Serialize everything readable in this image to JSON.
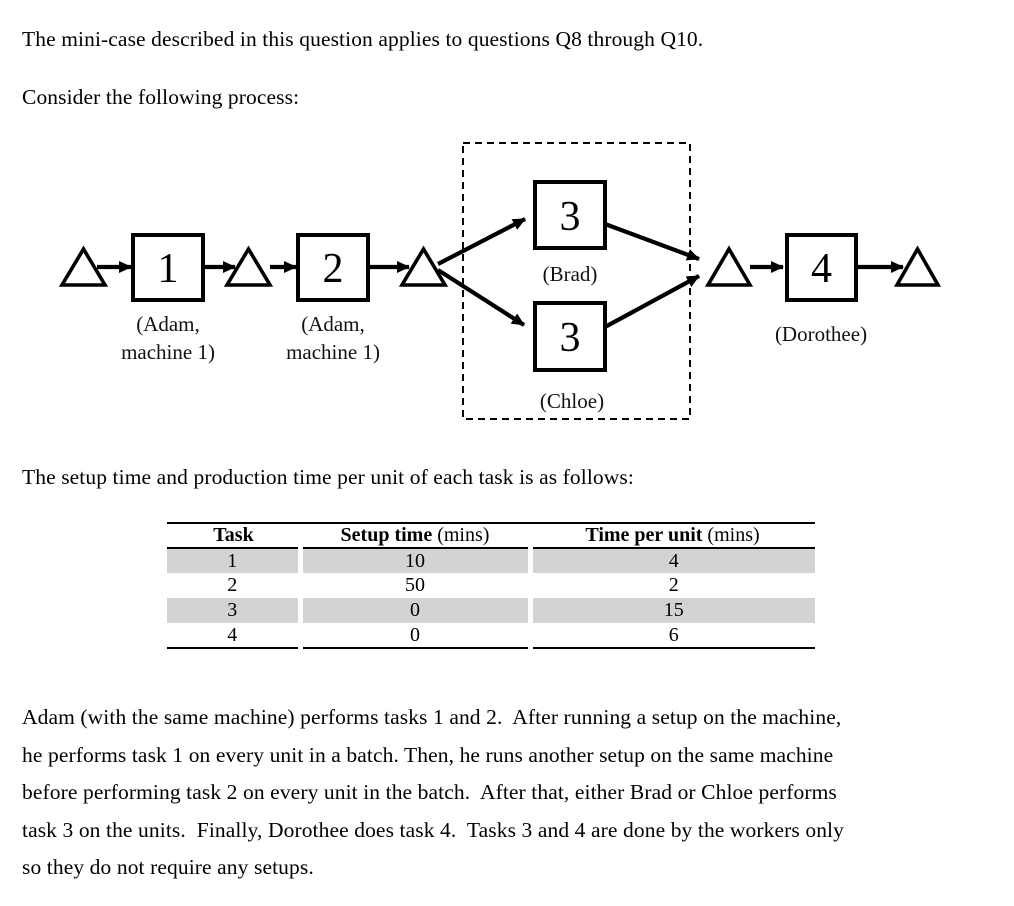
{
  "intro": {
    "line1": "The mini-case described in this question applies to questions Q8 through Q10.",
    "line2": "Consider the following process:"
  },
  "diagram": {
    "task1": {
      "number": "1",
      "label_line1": "(Adam,",
      "label_line2": "machine 1)"
    },
    "task2": {
      "number": "2",
      "label_line1": "(Adam,",
      "label_line2": "machine 1)"
    },
    "task3a": {
      "number": "3",
      "label": "(Brad)"
    },
    "task3b": {
      "number": "3",
      "label": "(Chloe)"
    },
    "task4": {
      "number": "4",
      "label": "(Dorothee)"
    }
  },
  "table_intro": "The setup time and production time per unit of each task is as follows:",
  "table": {
    "headers": [
      {
        "bold": "Task",
        "unit": ""
      },
      {
        "bold": "Setup time",
        "unit": " (mins)"
      },
      {
        "bold": "Time per unit",
        "unit": " (mins)"
      }
    ],
    "rows": [
      [
        "1",
        "10",
        "4"
      ],
      [
        "2",
        "50",
        "2"
      ],
      [
        "3",
        "0",
        "15"
      ],
      [
        "4",
        "0",
        "6"
      ]
    ]
  },
  "paragraph": {
    "lines": [
      "Adam (with the same machine) performs tasks 1 and 2.  After running a setup on the machine,",
      "he performs task 1 on every unit in a batch. Then, he runs another setup on the same machine",
      "before performing task 2 on every unit in the batch.  After that, either Brad or Chloe performs",
      "task 3 on the units.  Finally, Dorothee does task 4.  Tasks 3 and 4 are done by the workers only",
      "so they do not require any setups."
    ]
  },
  "colors": {
    "ink": "#000000",
    "row_shade": "#d3d3d3",
    "background": "#ffffff"
  }
}
